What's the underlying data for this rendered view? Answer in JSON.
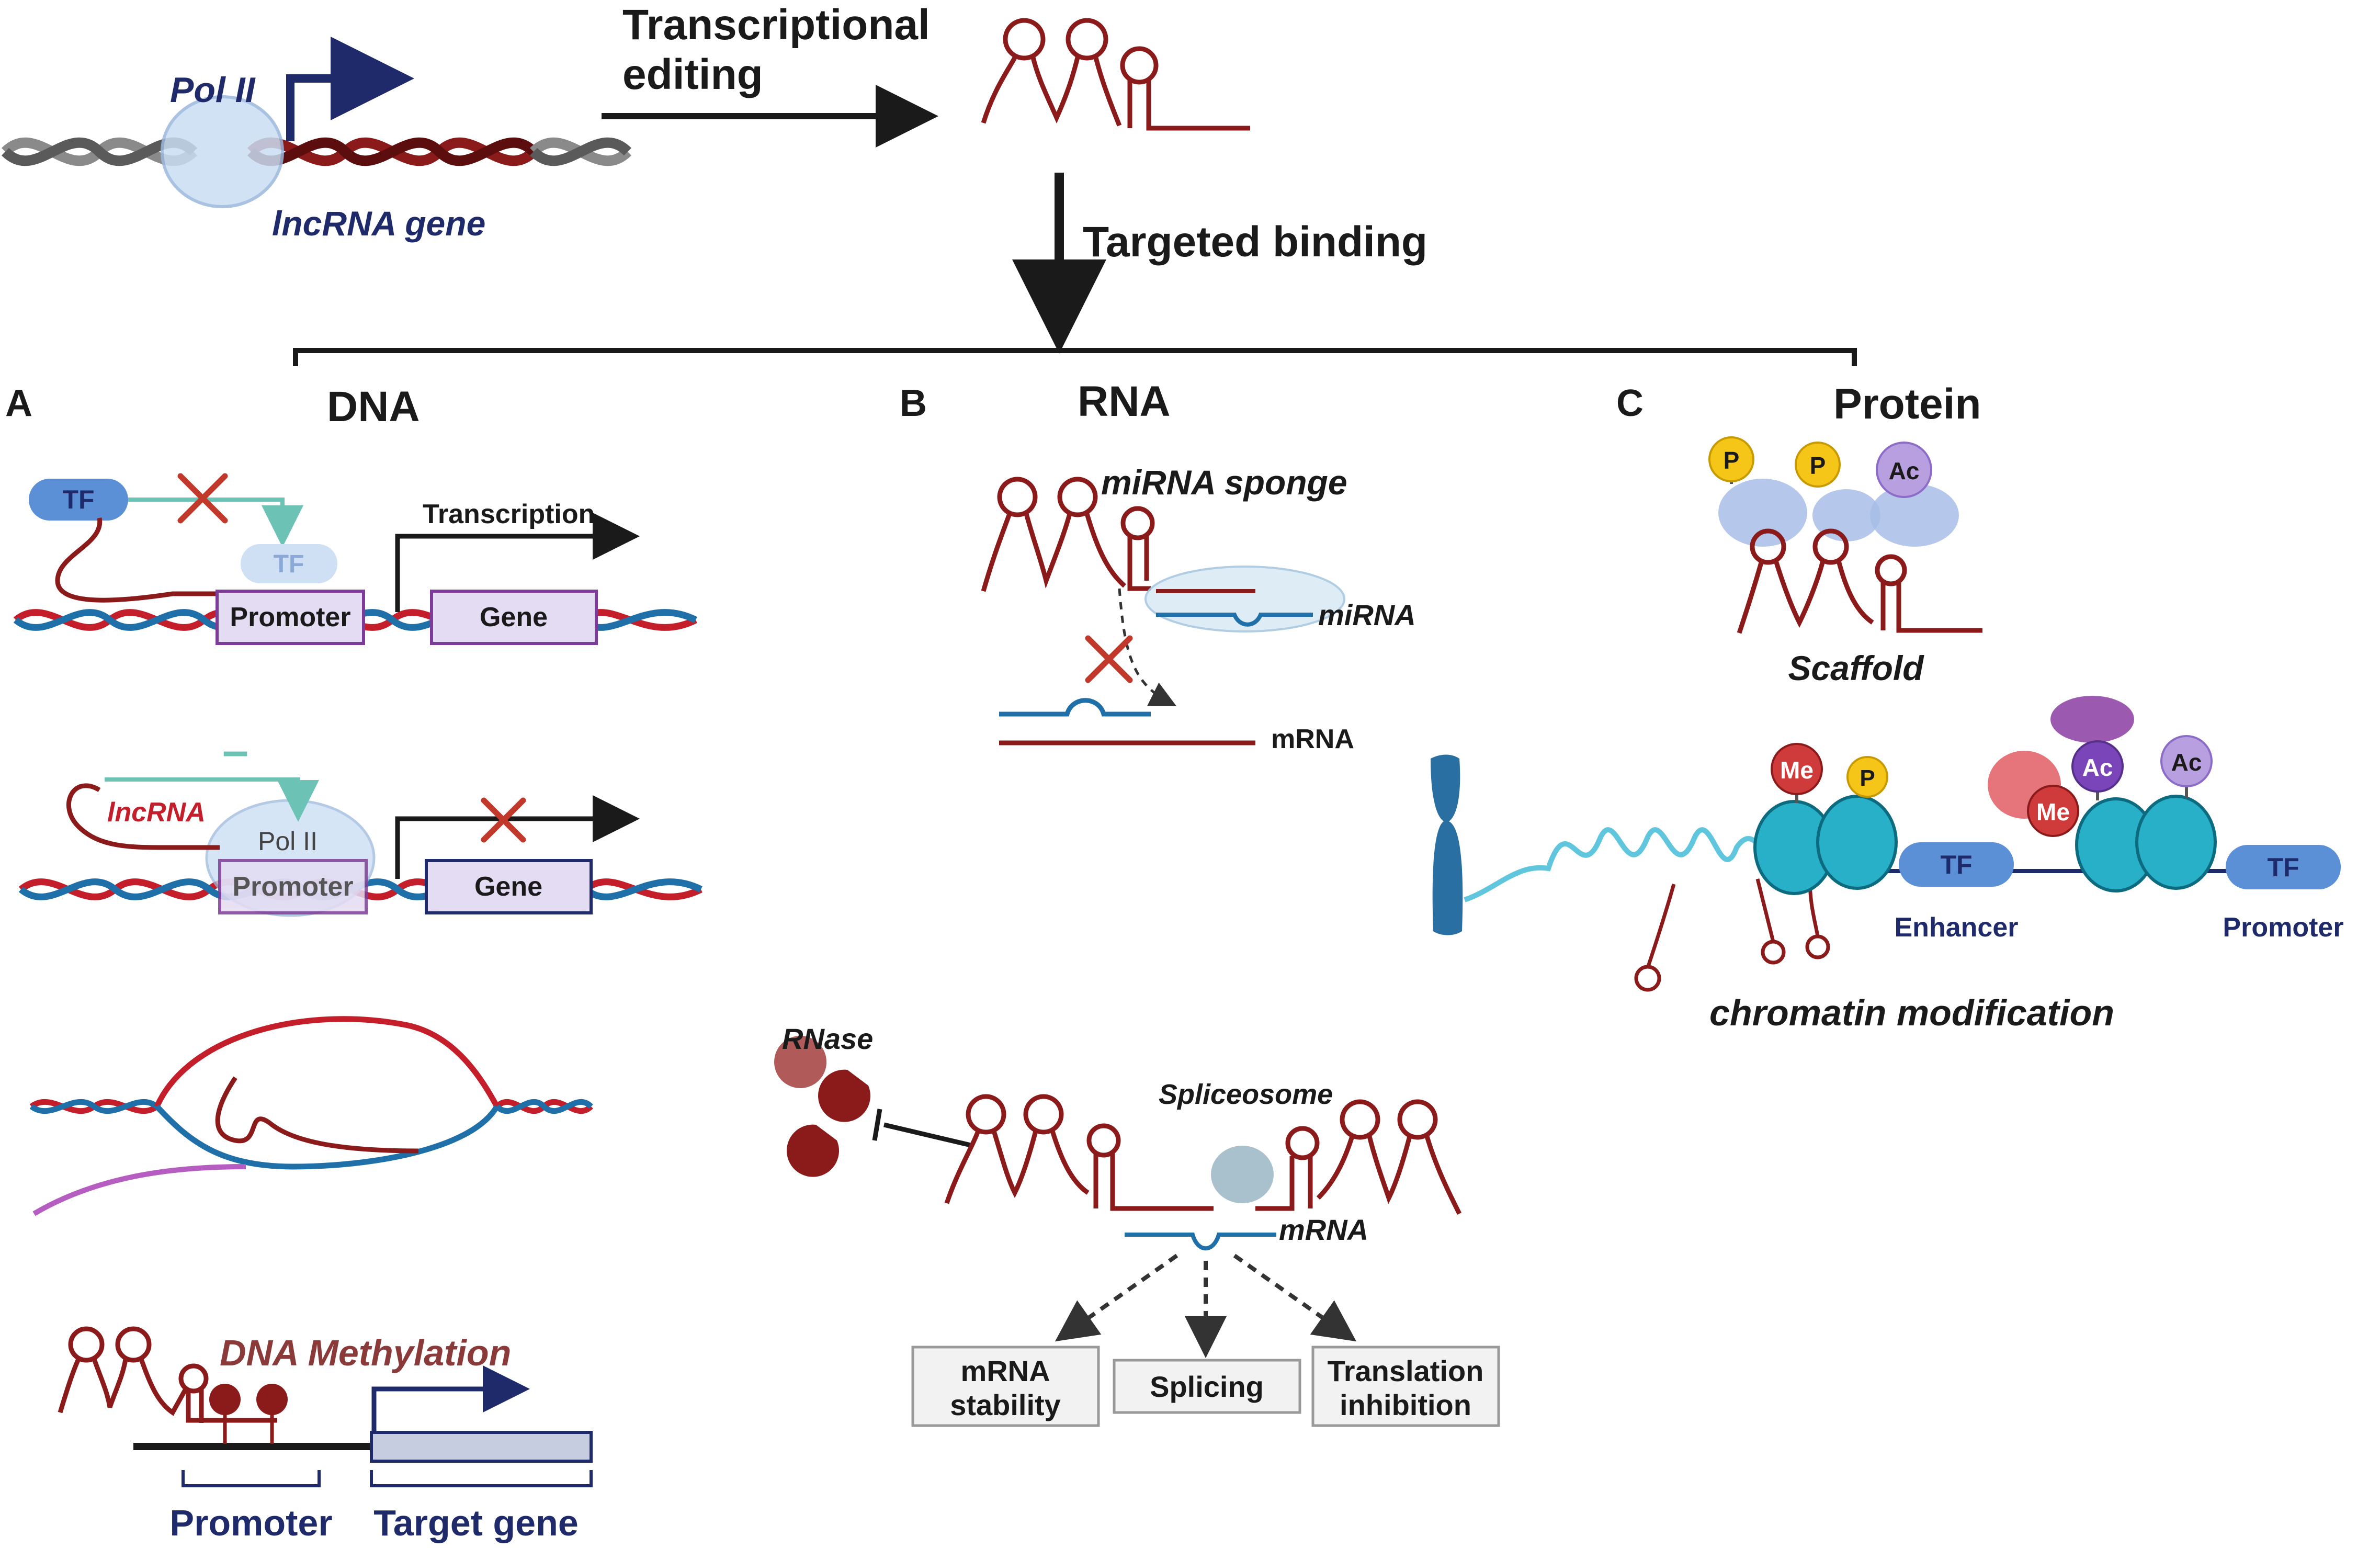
{
  "top": {
    "pol2": "Pol II",
    "gene": "lncRNA gene",
    "transcriptional_1": "Transcriptional",
    "transcriptional_2": "editing",
    "targeted_binding": "Targeted binding"
  },
  "sections": {
    "a_letter": "A",
    "a_title": "DNA",
    "b_letter": "B",
    "b_title": "RNA",
    "c_letter": "C",
    "c_title": "Protein"
  },
  "panel_a": {
    "tf": "TF",
    "tf_faded": "TF",
    "transcription": "Transcription",
    "promoter": "Promoter",
    "gene": "Gene",
    "minus": "–",
    "lncrna": "lncRNA",
    "pol2": "Pol II",
    "promoter2": "Promoter",
    "gene2": "Gene",
    "dna_methylation": "DNA Methylation",
    "promoter_label": "Promoter",
    "target_gene": "Target gene"
  },
  "panel_b": {
    "mirna_sponge": "miRNA sponge",
    "mirna": "miRNA",
    "mrna": "mRNA",
    "rnase": "RNase",
    "spliceosome": "Spliceosome",
    "mrna2": "mRNA",
    "box1_l1": "mRNA",
    "box1_l2": "stability",
    "box2": "Splicing",
    "box3_l1": "Translation",
    "box3_l2": "inhibition"
  },
  "panel_c": {
    "p1": "P",
    "p2": "P",
    "ac": "Ac",
    "scaffold": "Scaffold",
    "me1": "Me",
    "p3": "P",
    "me2": "Me",
    "ac2": "Ac",
    "ac3": "Ac",
    "tf1": "TF",
    "tf2": "TF",
    "enhancer": "Enhancer",
    "promoter": "Promoter",
    "chromatin": "chromatin modification"
  },
  "colors": {
    "rna": "#8b1a1a",
    "dna_red": "#c41e2a",
    "dna_blue": "#1f6fa8",
    "navy": "#1f2a6b",
    "purple_box": "#e4dcf3",
    "purple_border": "#7d3c98",
    "tf_blue": "#5b8fd6",
    "teal_arrow": "#6cc3b5",
    "cross": "#c0392b",
    "nucleosome": "#27b0c8"
  }
}
